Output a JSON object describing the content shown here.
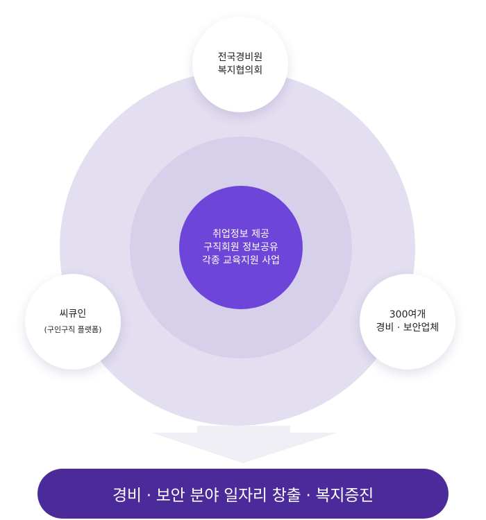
{
  "center": {
    "lines": [
      "취업정보 제공",
      "구직회원 정보공유",
      "각종 교육지원 사업"
    ]
  },
  "nodes": {
    "top": {
      "lines": [
        "전국경비원",
        "복지협의회"
      ]
    },
    "left": {
      "title": "씨큐인",
      "sub": "(구인구직 플랫폼)"
    },
    "right": {
      "lines": [
        "300여개",
        "경비 · 보안업체"
      ]
    }
  },
  "banner": {
    "text": "경비 · 보안 분야 일자리 창출 · 복지증진"
  },
  "colors": {
    "outer_ring": "#e3def0",
    "middle_ring": "#d7d0ea",
    "core": "#6d45d8",
    "banner": "#4a2b99",
    "arrow": "#f1eff6"
  }
}
